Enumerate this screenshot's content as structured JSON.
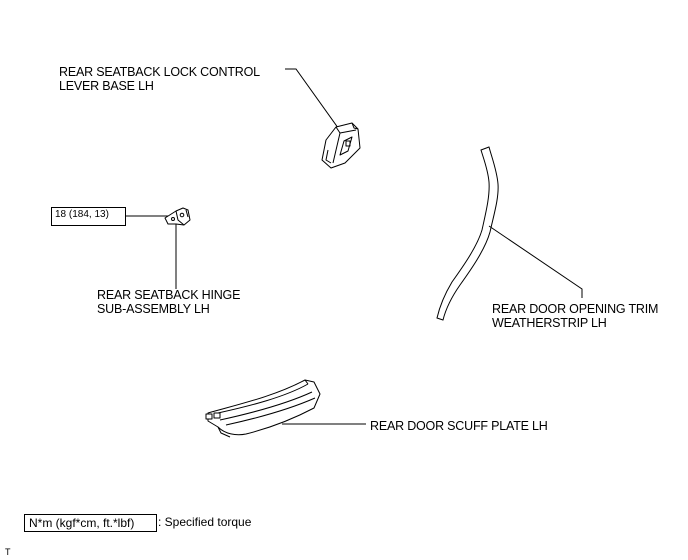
{
  "labels": {
    "lock_lever_base": "REAR SEATBACK LOCK CONTROL\nLEVER BASE LH",
    "hinge": "REAR SEATBACK HINGE\nSUB-ASSEMBLY LH",
    "weatherstrip": "REAR DOOR OPENING TRIM\nWEATHERSTRIP LH",
    "scuff_plate": "REAR DOOR SCUFF PLATE LH"
  },
  "torque_value": "18 (184, 13)",
  "legend": {
    "symbol_text": "N*m (kgf*cm, ft.*lbf)",
    "description": ": Specified torque"
  },
  "corner_mark": "T"
}
